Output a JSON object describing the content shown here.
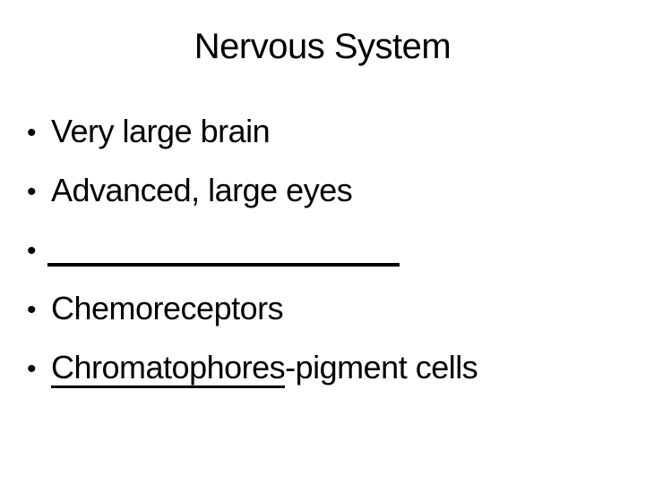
{
  "slide": {
    "title": "Nervous System",
    "bullet_char": "•",
    "bullets": [
      {
        "type": "text",
        "text": "Very large brain"
      },
      {
        "type": "text",
        "text": "Advanced, large eyes"
      },
      {
        "type": "blank",
        "text": ""
      },
      {
        "type": "text",
        "text": "Chemoreceptors"
      },
      {
        "type": "underlined",
        "underlined": "Chromatophores",
        "rest": "-pigment cells"
      }
    ],
    "colors": {
      "text": "#000000",
      "background": "#ffffff"
    }
  }
}
